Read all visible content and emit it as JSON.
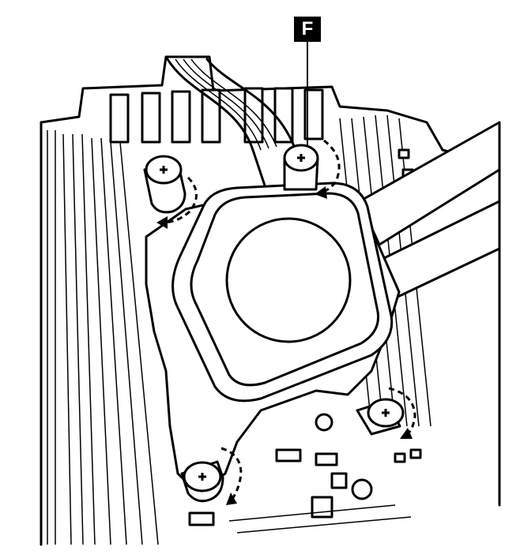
{
  "callout": {
    "label": "F"
  },
  "parts": {
    "pump_head": "pump-head",
    "screws": [
      "screw-top-left",
      "screw-top-right",
      "screw-bottom-right",
      "screw-bottom-left"
    ],
    "screw_icon": "phillips-screw-icon",
    "rotation_arrow": "dashed-rotation-arrow-icon"
  },
  "colors": {
    "ink": "#000000",
    "paper": "#ffffff"
  }
}
